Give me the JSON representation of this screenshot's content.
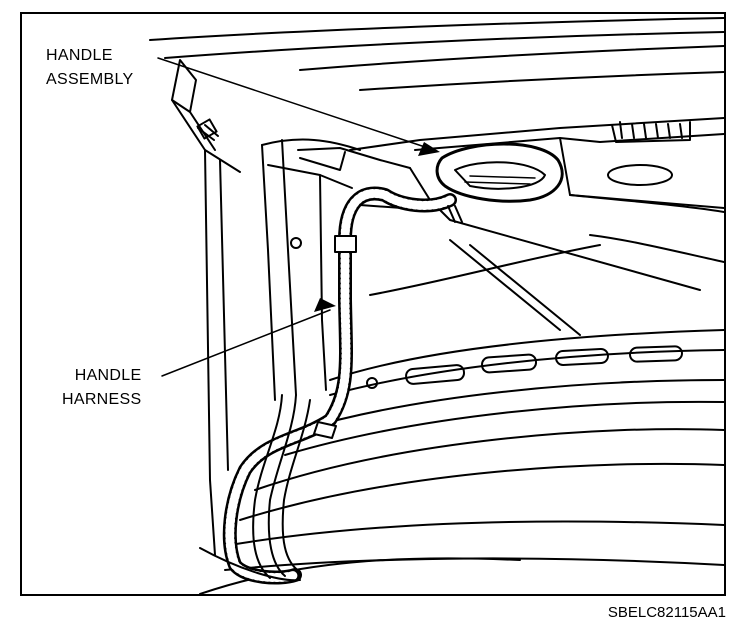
{
  "labels": {
    "handle_assembly": [
      "HANDLE",
      "ASSEMBLY"
    ],
    "handle_harness": [
      "HANDLE",
      "HARNESS"
    ]
  },
  "figure_code": "SBELC82115AA1",
  "colors": {
    "ink": "#000000",
    "paper": "#ffffff"
  }
}
